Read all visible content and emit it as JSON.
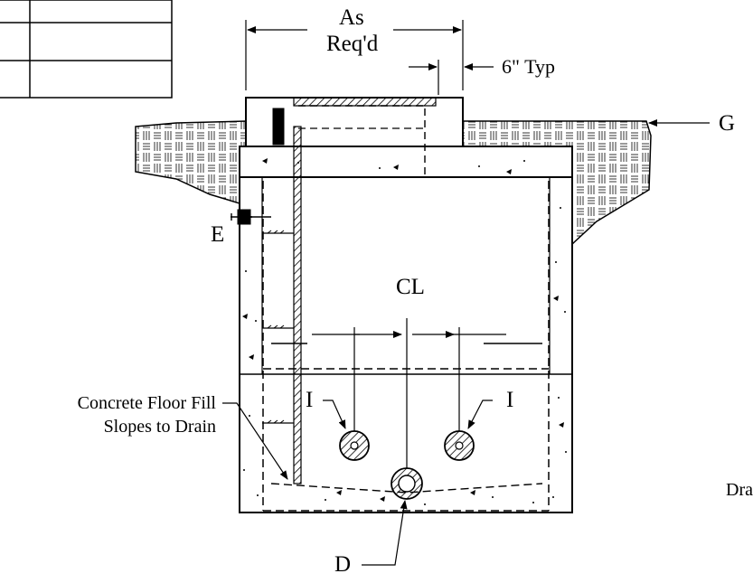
{
  "dimensions": {
    "width_label_line1": "As",
    "width_label_line2": "Req'd",
    "offset_label": "6\" Typ"
  },
  "callouts": {
    "grade": "G",
    "e_label": "E",
    "centerline": "CL",
    "inlet_left": "I",
    "inlet_right": "I",
    "drain": "D",
    "floor_fill_line1": "Concrete Floor Fill",
    "floor_fill_line2": "Slopes to Drain",
    "partial_right_text": "Dra"
  },
  "colors": {
    "ink": "#000000",
    "paper": "#ffffff"
  }
}
